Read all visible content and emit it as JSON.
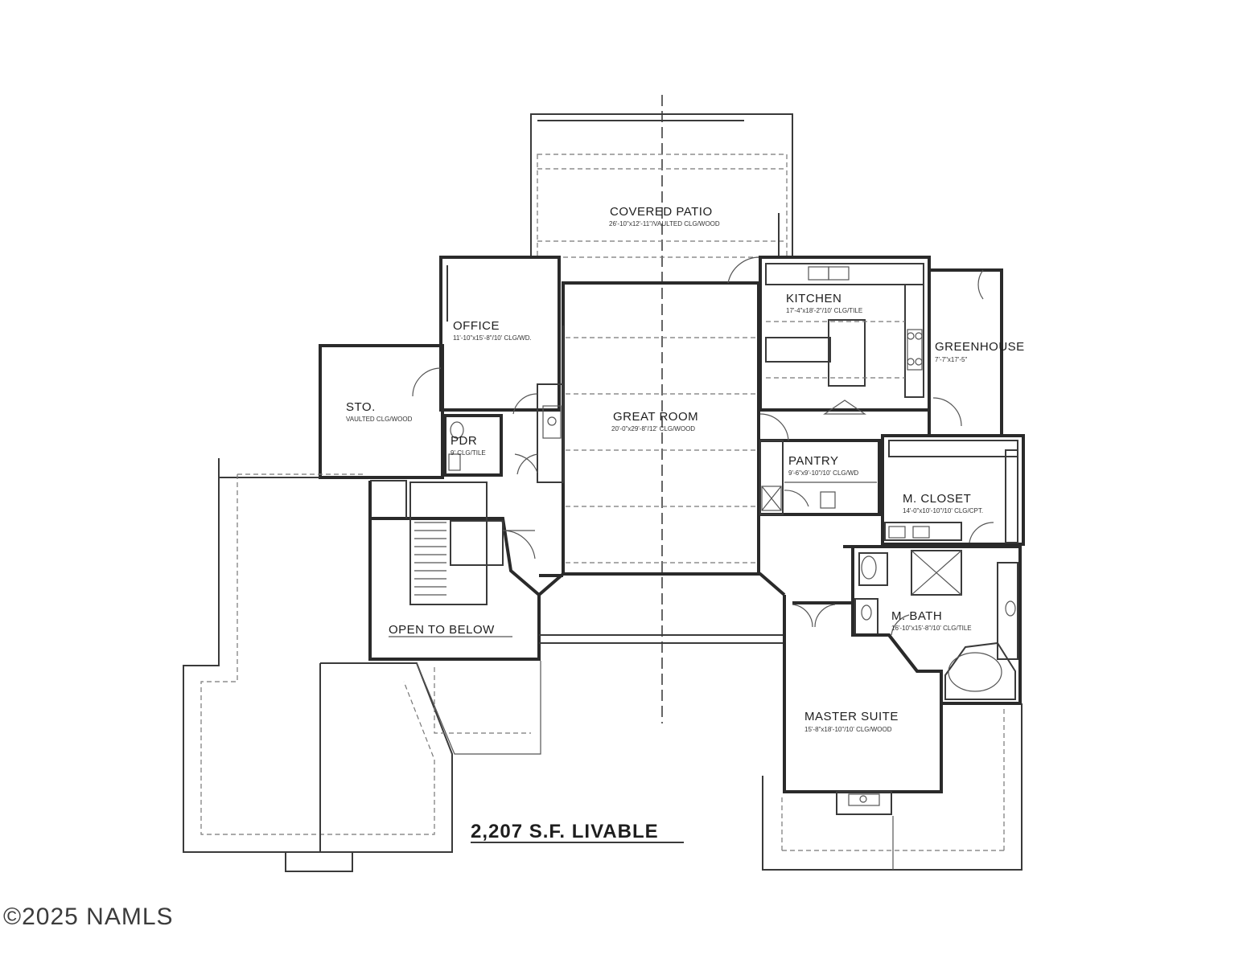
{
  "rooms": {
    "covered_patio": {
      "name": "COVERED PATIO",
      "dims": "26'-10\"x12'-11\"/VAULTED CLG/WOOD"
    },
    "kitchen": {
      "name": "KITCHEN",
      "dims": "17'-4\"x18'-2\"/10' CLG/TILE"
    },
    "greenhouse": {
      "name": "GREENHOUSE",
      "dims": "7'-7\"x17'-5\""
    },
    "office": {
      "name": "OFFICE",
      "dims": "11'-10\"x15'-8\"/10' CLG/WD."
    },
    "storage": {
      "name": "STO.",
      "dims": "VAULTED CLG/WOOD"
    },
    "great_room": {
      "name": "GREAT ROOM",
      "dims": "20'-0\"x29'-8\"/12' CLG/WOOD"
    },
    "powder": {
      "name": "PDR",
      "dims": "9' CLG/TILE"
    },
    "pantry": {
      "name": "PANTRY",
      "dims": "9'-6\"x9'-10\"/10' CLG/WD"
    },
    "master_closet": {
      "name": "M. CLOSET",
      "dims": "14'-0\"x10'-10\"/10' CLG/CPT."
    },
    "master_bath": {
      "name": "M. BATH",
      "dims": "16'-10\"x15'-8\"/10' CLG/TILE"
    },
    "open_to_below": {
      "name": "OPEN TO BELOW"
    },
    "master_suite": {
      "name": "MASTER SUITE",
      "dims": "15'-8\"x18'-10\"/10' CLG/WOOD"
    }
  },
  "livable_area": "2,207 S.F. LIVABLE",
  "copyright": "©2025 NAMLS"
}
